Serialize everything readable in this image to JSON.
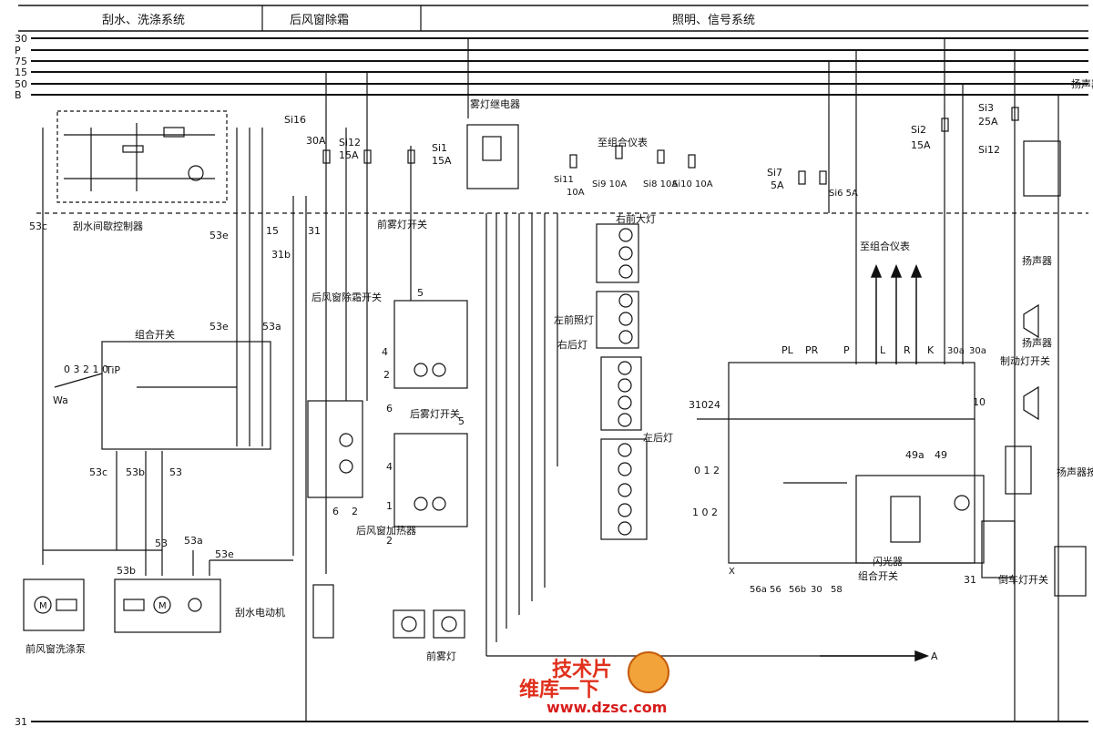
{
  "header": {
    "sections": [
      "刮水、洗涤系统",
      "后风窗除霜",
      "照明、信号系统"
    ]
  },
  "bus_lines": [
    "30",
    "P",
    "75",
    "15",
    "50",
    "B"
  ],
  "ground_line": "31",
  "fuses": {
    "si16": {
      "name": "Si16",
      "rating": "30A"
    },
    "si12a": {
      "name": "Si12",
      "rating": "15A"
    },
    "si1": {
      "name": "Si1",
      "rating": "15A"
    },
    "si11": {
      "name": "Si11",
      "rating": "10A"
    },
    "si9": {
      "name": "Si9 10A"
    },
    "si8": {
      "name": "Si8 10A"
    },
    "si10": {
      "name": "Si10 10A"
    },
    "si7": {
      "name": "Si7",
      "rating": "5A"
    },
    "si6": {
      "name": "Si6 5A"
    },
    "si2": {
      "name": "Si2",
      "rating": "15A"
    },
    "si3": {
      "name": "Si3",
      "rating": "25A"
    },
    "si12b": {
      "name": "Si12"
    }
  },
  "components": {
    "wiper_controller": "刮水间歇控制器",
    "combo_switch_left": "组合开关",
    "washer_pump": "前风窗洗涤泵",
    "wiper_motor": "刮水电动机",
    "rear_defrost_switch": "后风窗除霜开关",
    "rear_heater": "后风窗加热器",
    "front_fog_switch": "前雾灯开关",
    "rear_fog_switch": "后雾灯开关",
    "front_fog_lamp": "前雾灯",
    "fog_relay": "雾灯继电器",
    "to_cluster_a": "至组合仪表",
    "right_headlight": "右前大灯",
    "left_headlight": "左前照灯",
    "right_tail": "右后灯",
    "left_tail": "左后灯",
    "to_cluster_b": "至组合仪表",
    "flasher": "闪光器",
    "combo_switch_right": "组合开关",
    "brake_switch": "制动灯开关",
    "reverse_switch": "倒车灯开关",
    "horn_relay": "扬声器继电器",
    "horn1": "扬声器",
    "horn2": "扬声器",
    "horn_button": "扬声器按钮"
  },
  "terminals": {
    "t53c": "53c",
    "t53e": "53e",
    "t15": "15",
    "t31b": "31b",
    "t31": "31",
    "t53a": "53a",
    "t53b": "53b",
    "t53": "53",
    "wa": "Wa",
    "tip": "TiP",
    "pos": "0 3 2 1 0",
    "t5": "5",
    "t4": "4",
    "t2": "2",
    "t6": "6",
    "t1": "1",
    "pl": "PL",
    "pr": "PR",
    "p": "P",
    "l": "L",
    "r": "R",
    "k": "K",
    "t30a": "30a",
    "t49a": "49a",
    "t49": "49",
    "x": "X",
    "t56a": "56a",
    "t56": "56",
    "t56b": "56b",
    "t30": "30",
    "t58": "58",
    "t10": "10",
    "t3102": "31024",
    "t012": "0 1 2",
    "t102": "1 0 2",
    "arrow_a": "A"
  },
  "watermark": {
    "line1": "技术片",
    "line2": "维库一下",
    "url": "www.dzsc.com"
  }
}
